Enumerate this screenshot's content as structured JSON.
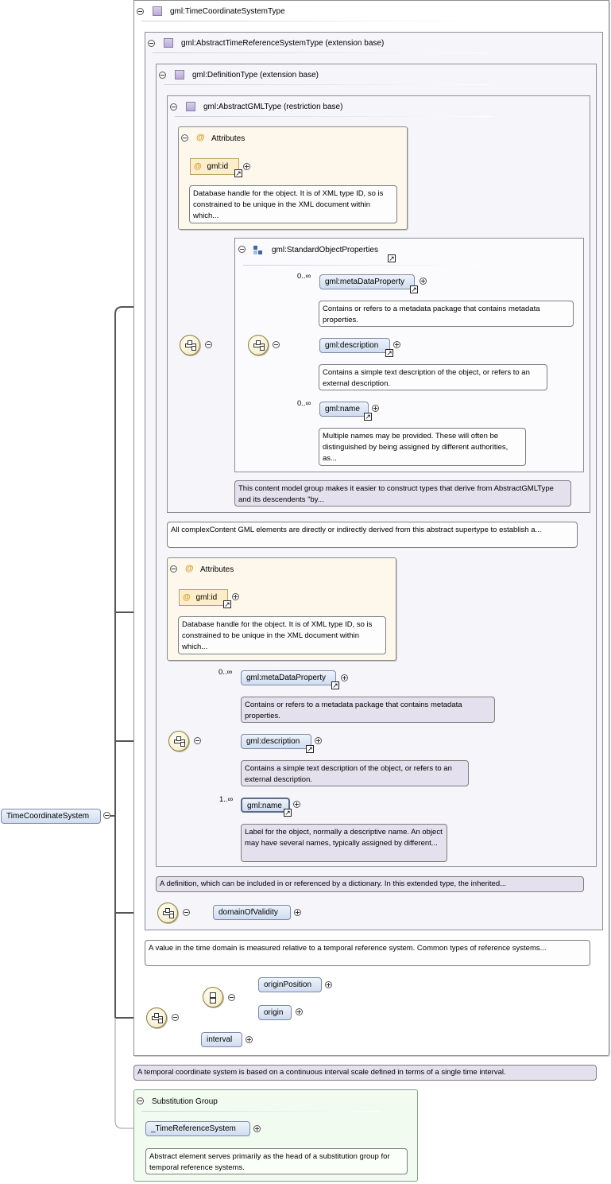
{
  "root": {
    "element": "TimeCoordinateSystem",
    "type_header": "gml:TimeCoordinateSystemType",
    "type_note": "A temporal coordinate system is based on a continuous interval scale defined in terms of a single time interval."
  },
  "atrs": {
    "header": "gml:AbstractTimeReferenceSystemType (extension base)",
    "note": "A value in the time domain is measured relative to a temporal reference system. Common types of reference systems...",
    "child": "domainOfValidity"
  },
  "definition": {
    "header": "gml:DefinitionType (extension base)",
    "note": "A definition, which can be included in or referenced by a dictionary. In this extended type, the inherited..."
  },
  "abstract_gml": {
    "header": "gml:AbstractGMLType (restriction base)",
    "note": "All complexContent GML elements are directly or indirectly derived from this abstract supertype to establish a...",
    "attributes": {
      "header": "Attributes",
      "attr": "gml:id",
      "attr_note": "Database handle for the object. It is of XML type ID, so is constrained to be unique in the XML document within which..."
    },
    "group": {
      "header": "gml:StandardObjectProperties",
      "note": "This content model group makes it easier to construct types that derive from AbstractGMLType and its descendents \"by...",
      "items": [
        {
          "card": "0..∞",
          "name": "gml:metaDataProperty",
          "note": "Contains or refers to a metadata package that contains metadata properties."
        },
        {
          "card": "",
          "name": "gml:description",
          "note": "Contains a simple text description of the object, or refers to an external description."
        },
        {
          "card": "0..∞",
          "name": "gml:name",
          "note": "Multiple names may be provided. These will often be distinguished by being assigned by different authorities, as..."
        }
      ]
    }
  },
  "def_attributes": {
    "header": "Attributes",
    "attr": "gml:id",
    "attr_note": "Database handle for the object. It is of XML type ID, so is constrained to be unique in the XML document within which..."
  },
  "def_sequence": [
    {
      "card": "0..∞",
      "name": "gml:metaDataProperty",
      "note": "Contains or refers to a metadata package that contains metadata properties."
    },
    {
      "card": "",
      "name": "gml:description",
      "note": "Contains a simple text description of the object, or refers to an external description."
    },
    {
      "card": "1..∞",
      "name": "gml:name",
      "note": "Label for the object, normally a descriptive name. An object may have several names, typically assigned by different..."
    }
  ],
  "own_sequence": {
    "choice": [
      "originPosition",
      "origin"
    ],
    "interval": "interval"
  },
  "substitution": {
    "header": "Substitution Group",
    "element": "_TimeReferenceSystem",
    "note": "Abstract element serves primarily as the head of a substitution group for temporal reference systems."
  },
  "colors": {
    "element_fill": "#cfdcf0",
    "type_fill": "#f6f5fa",
    "attr_fill": "#fef8ec",
    "subst_fill": "#f1fbf0",
    "note_fill": "#e5e0ee"
  }
}
